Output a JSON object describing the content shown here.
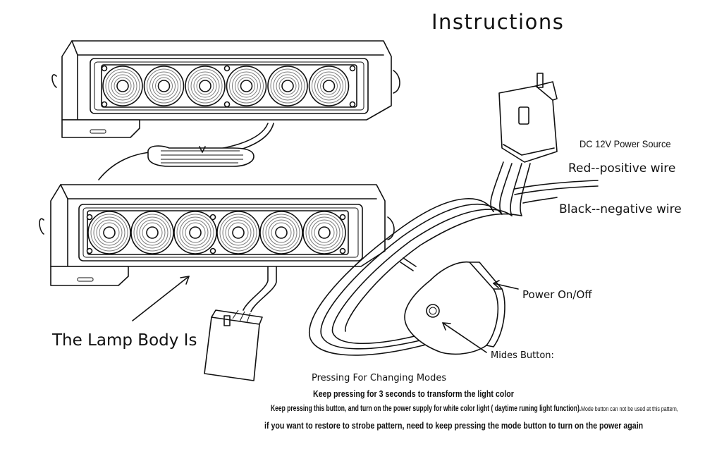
{
  "title": "Instructions",
  "power_source": "DC 12V Power Source",
  "red_wire": "Red--positive wire",
  "black_wire": "Black--negative wire",
  "power_switch": "Power On/Off",
  "mode_button": "Mides Button:",
  "lamp_body": "The Lamp Body Is",
  "instructions": {
    "line1": "Pressing For Changing Modes",
    "line2": "Keep pressing for 3 seconds to transform the light color",
    "line3_main": "Keep pressing this button, and turn on the power supply for white color light ( daytime runing light function).",
    "line3_small": "Mode button can not be used at this pattern,",
    "line4": "if you want to restore to strobe pattern, need to keep pressing the mode button to turn on the power again"
  }
}
